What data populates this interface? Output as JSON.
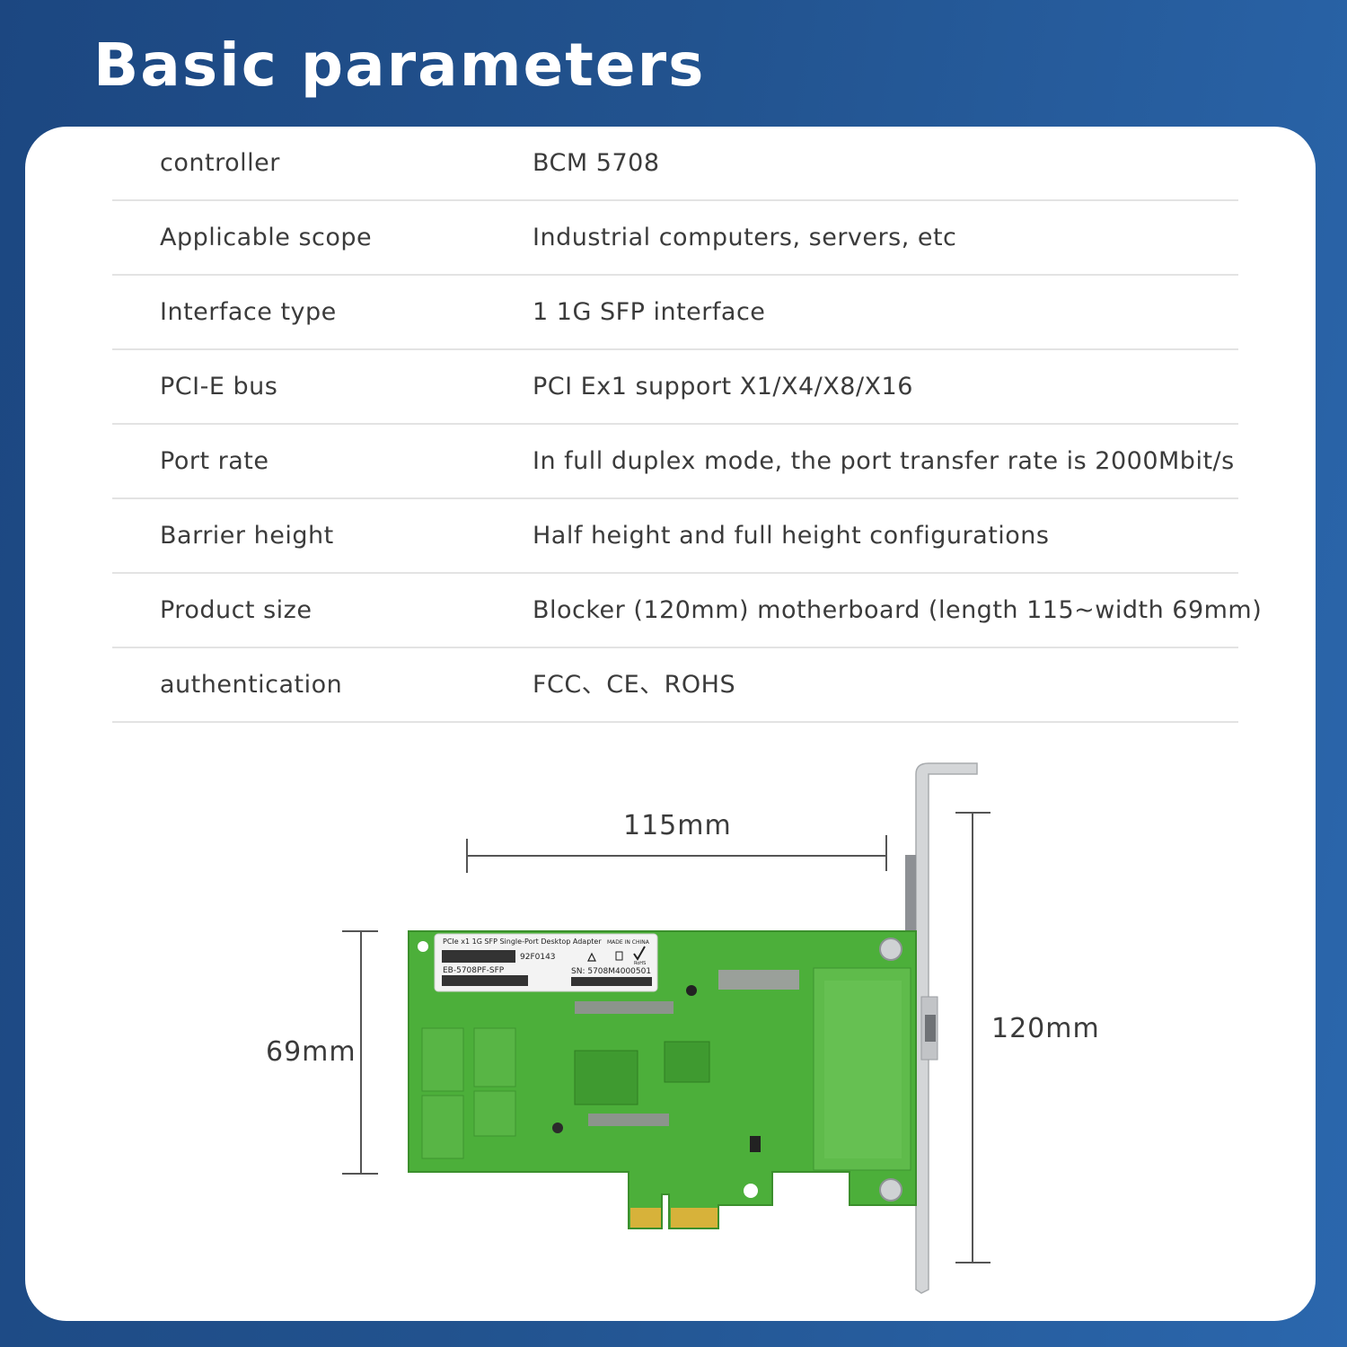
{
  "page": {
    "title": "Basic parameters"
  },
  "parameters": [
    {
      "label": "controller",
      "value": "BCM 5708"
    },
    {
      "label": "Applicable scope",
      "value": "Industrial computers, servers, etc"
    },
    {
      "label": "Interface type",
      "value": "1 1G SFP interface"
    },
    {
      "label": "PCI-E bus",
      "value": "PCI Ex1 support X1/X4/X8/X16"
    },
    {
      "label": "Port rate",
      "value": "In full duplex mode, the port transfer rate is 2000Mbit/s"
    },
    {
      "label": "Barrier height",
      "value": "Half height and full height configurations"
    },
    {
      "label": "Product size",
      "value": "Blocker (120mm) motherboard (length 115~width 69mm)"
    },
    {
      "label": "authentication",
      "value": "FCC、CE、ROHS"
    }
  ],
  "dimensions": {
    "length": "115mm",
    "width": "69mm",
    "bracket_height": "120mm"
  },
  "card_label": {
    "line1": "PCIe x1 1G SFP Single-Port Desktop Adapter",
    "made_in": "MADE IN CHINA",
    "part_no": "92F0143",
    "model": "EB-5708PF-SFP",
    "serial": "SN: 5708M4000501",
    "rohs": "RoHS"
  },
  "colors": {
    "background": "#22538f",
    "card": "#ffffff",
    "text": "#3b3b3b",
    "pcb": "#4caf3a"
  }
}
